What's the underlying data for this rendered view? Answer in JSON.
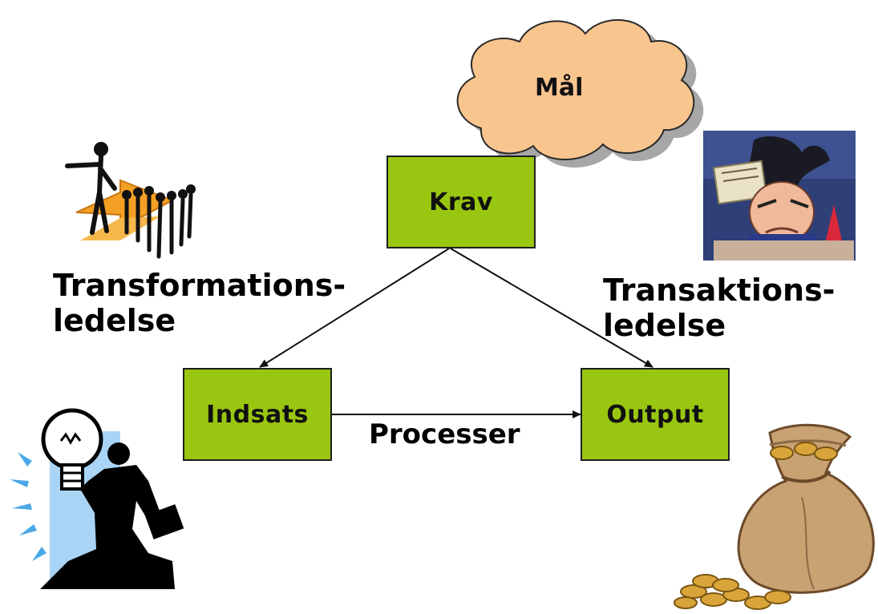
{
  "diagram": {
    "goal": "Mål",
    "requirement": "Krav",
    "input": "Indsats",
    "output": "Output",
    "process": "Processer",
    "left_label": [
      "Transformations-",
      "ledelse"
    ],
    "right_label": [
      "Transaktions-",
      "ledelse"
    ]
  },
  "colors": {
    "box_fill": "#99c610",
    "cloud_fill": "#f9c58f",
    "cloud_shadow": "#8a8a8a"
  },
  "icons": [
    "leader-group-icon",
    "boss-certificate-icon",
    "idea-businessman-icon",
    "money-bag-icon"
  ]
}
